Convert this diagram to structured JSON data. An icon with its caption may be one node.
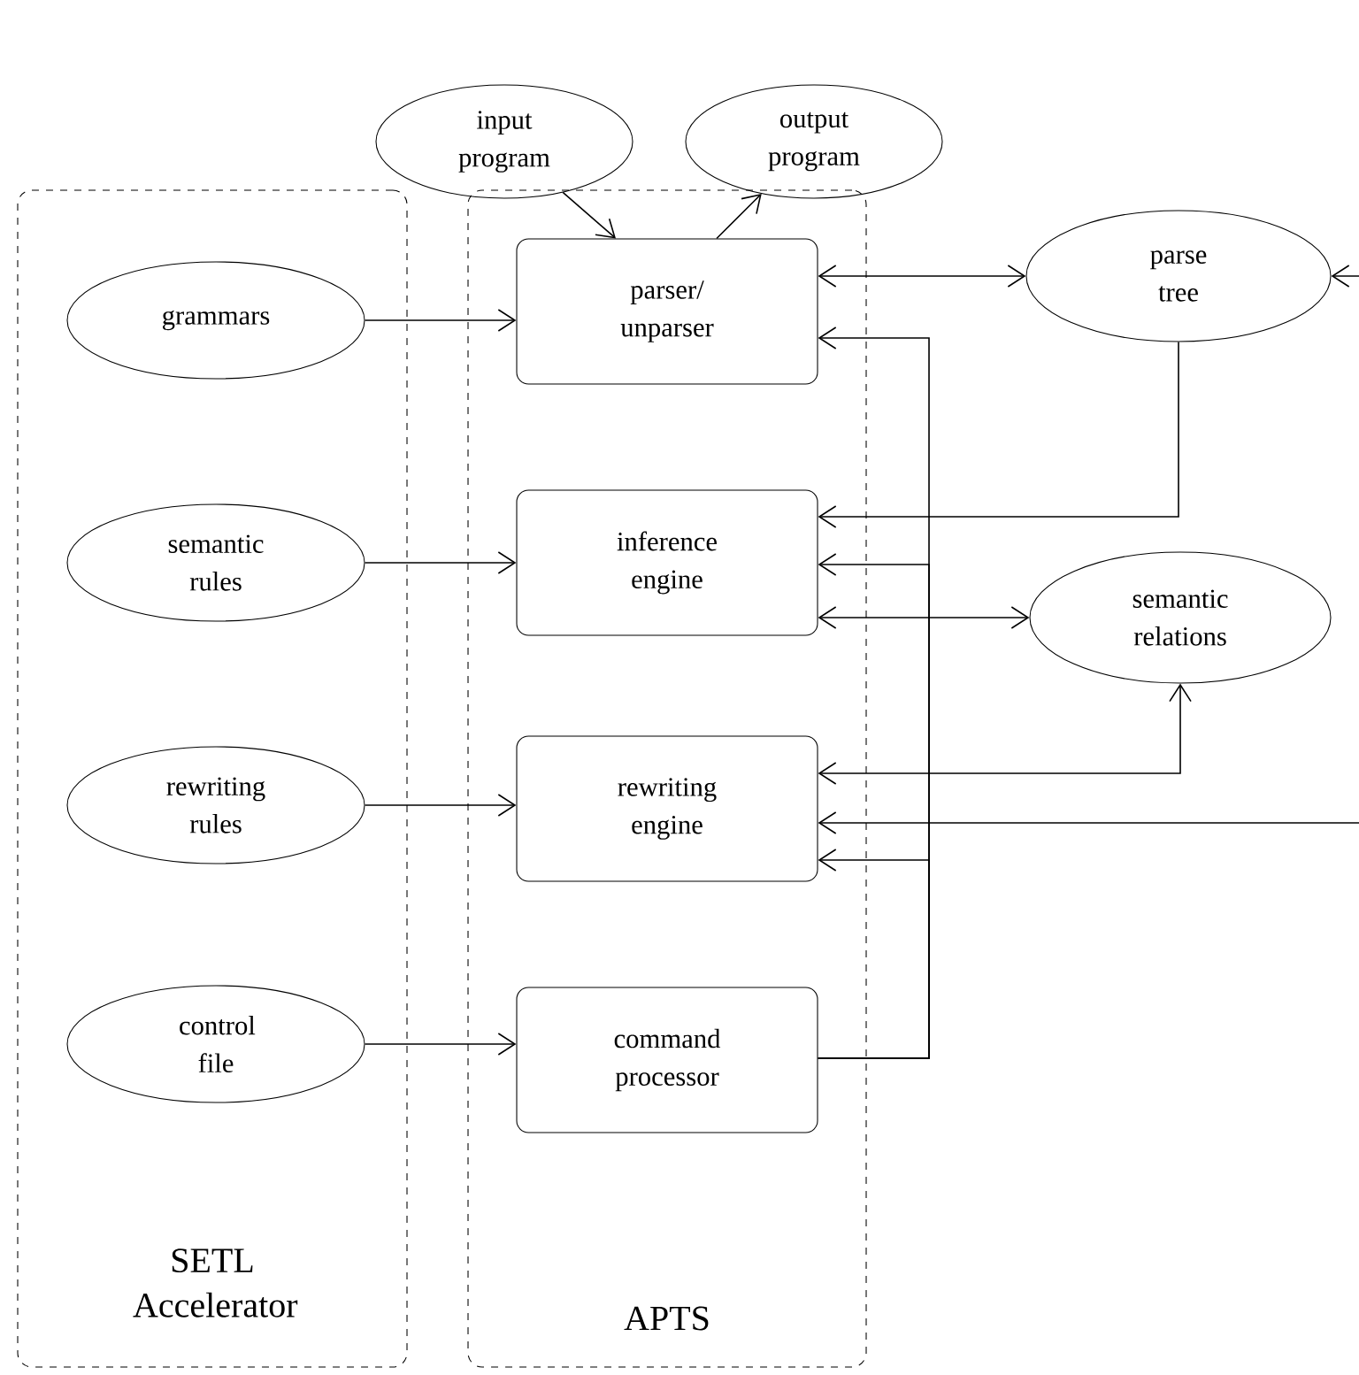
{
  "diagram": {
    "nodes": [
      {
        "text": [
          "SETL Accelerator"
        ]
      },
      {
        "text": [
          "APTS"
        ]
      },
      {
        "text": [
          "grammars"
        ],
        "in": 0
      },
      {
        "text": [
          "semantic rules"
        ],
        "in": 0
      },
      {
        "text": [
          "rewriting rules"
        ],
        "in": 0
      },
      {
        "text": [
          "control file"
        ],
        "in": 0
      },
      {
        "text": [
          "input program"
        ]
      },
      {
        "text": [
          "output program"
        ]
      },
      {
        "text": [
          "parser/ unparser"
        ],
        "in": 1
      },
      {
        "text": [
          "inference engine"
        ],
        "in": 1
      },
      {
        "text": [
          "rewriting engine"
        ],
        "in": 1
      },
      {
        "text": [
          "command processor"
        ],
        "in": 1
      },
      {
        "text": [
          "parse tree"
        ]
      },
      {
        "text": [
          "semantic relations"
        ]
      }
    ],
    "edges": [
      {
        "from": 6,
        "to": 8,
        "arrow": "to"
      },
      {
        "from": 8,
        "to": 7,
        "arrow": "to"
      },
      {
        "from": 2,
        "to": 8,
        "arrow": "to"
      },
      {
        "from": 3,
        "to": 9,
        "arrow": "to"
      },
      {
        "from": 4,
        "to": 10,
        "arrow": "to"
      },
      {
        "from": 5,
        "to": 11,
        "arrow": "to"
      },
      {
        "from": 8,
        "to": 12,
        "arrow": "both"
      },
      {
        "from": null,
        "to": 12,
        "arrow": "to"
      },
      {
        "from": 12,
        "to": 9,
        "arrow": "to"
      },
      {
        "from": 9,
        "to": 13,
        "arrow": "both"
      },
      {
        "from": 10,
        "to": 13,
        "arrow": "both"
      },
      {
        "from": null,
        "to": 10,
        "arrow": "to"
      },
      {
        "from": 11,
        "to": 8,
        "arrow": "to"
      },
      {
        "from": 11,
        "to": 9,
        "arrow": "to"
      },
      {
        "from": 11,
        "to": 10,
        "arrow": "to"
      }
    ]
  }
}
